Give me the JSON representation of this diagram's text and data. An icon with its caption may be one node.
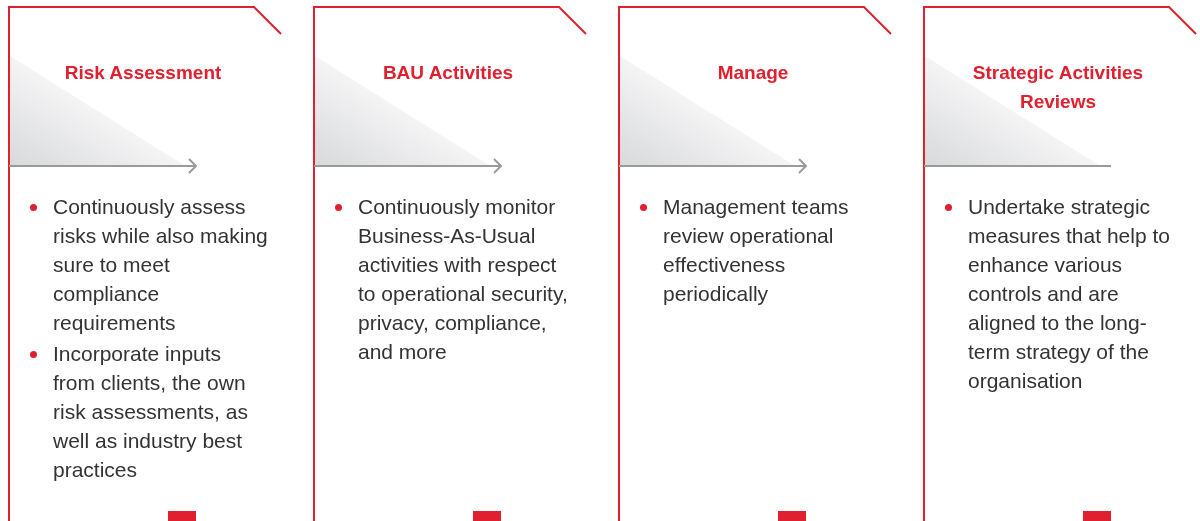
{
  "diagram": {
    "nodes": [
      {
        "text": [
          "Risk Assessment",
          "Continuously assess risks while also making sure to meet compliance requirements",
          "Incorporate inputs from clients, the own risk assessments, as well as industry best practices"
        ]
      },
      {
        "text": [
          "BAU Activities",
          "Continuously monitor Business-As-Usual activities with respect to operational security, privacy, compliance, and more"
        ]
      },
      {
        "text": [
          "Manage",
          "Management teams review operational effectiveness periodically"
        ]
      },
      {
        "text": [
          "Strategic Activities Reviews",
          "Undertake strategic measures that help to enhance various controls and are aligned to the long-term strategy of the organisation"
        ]
      }
    ]
  }
}
